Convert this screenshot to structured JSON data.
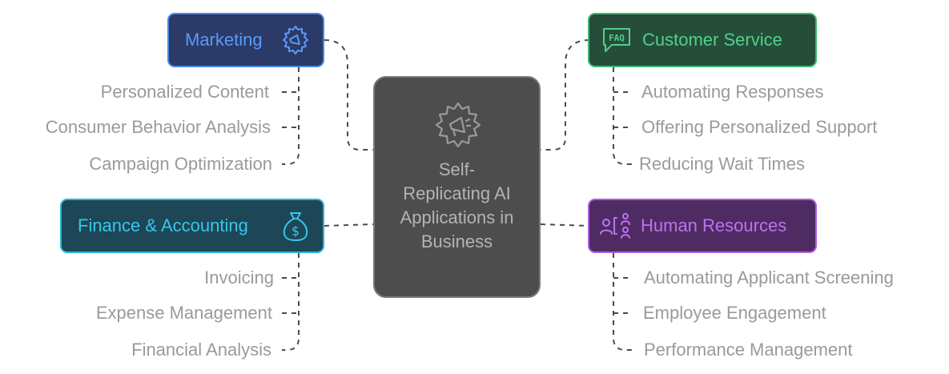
{
  "center": {
    "title": "Self-Replicating AI Applications in Business",
    "icon": "gear-megaphone-icon"
  },
  "branches": {
    "marketing": {
      "title": "Marketing",
      "icon": "megaphone-gear-icon",
      "items": [
        "Personalized Content",
        "Consumer Behavior Analysis",
        "Campaign Optimization"
      ],
      "colors": {
        "fill": "#2b3a67",
        "border": "#4a86e8",
        "text": "#5b9af5"
      }
    },
    "customer_service": {
      "title": "Customer Service",
      "icon": "faq-chat-icon",
      "items": [
        "Automating Responses",
        "Offering Personalized Support",
        "Reducing Wait Times"
      ],
      "colors": {
        "fill": "#264d3a",
        "border": "#3db878",
        "text": "#4fd18b"
      }
    },
    "finance": {
      "title": "Finance & Accounting",
      "icon": "money-bag-icon",
      "items": [
        "Invoicing",
        "Expense Management",
        "Financial Analysis"
      ],
      "colors": {
        "fill": "#1d4656",
        "border": "#25b6d9",
        "text": "#36c7ea"
      }
    },
    "hr": {
      "title": "Human Resources",
      "icon": "people-network-icon",
      "items": [
        "Automating Applicant Screening",
        "Employee Engagement",
        "Performance Management"
      ],
      "colors": {
        "fill": "#4e2c63",
        "border": "#b35de0",
        "text": "#c070f0"
      }
    }
  }
}
